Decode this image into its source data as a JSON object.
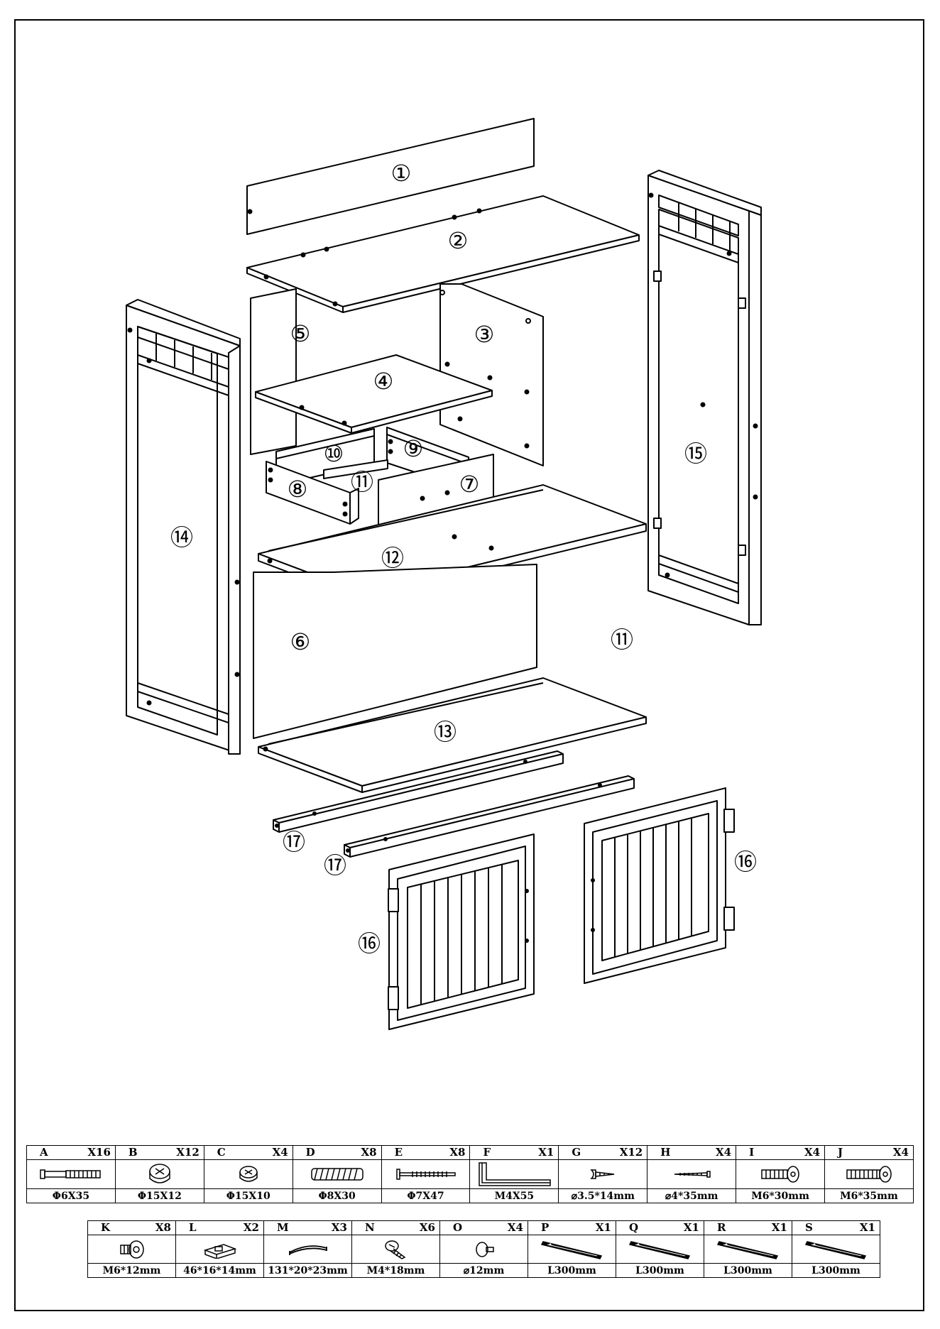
{
  "callouts": {
    "p1": "①",
    "p2": "②",
    "p3": "③",
    "p4": "④",
    "p5": "⑤",
    "p6": "⑥",
    "p7": "⑦",
    "p8": "⑧",
    "p9": "⑨",
    "p10": "⑩",
    "p11a": "⑪",
    "p11b": "⑪",
    "p12": "⑫",
    "p13": "⑬",
    "p14": "⑭",
    "p15": "⑮",
    "p16a": "⑯",
    "p16b": "⑯",
    "p17a": "⑰",
    "p17b": "⑰"
  },
  "hardware": {
    "row1": [
      {
        "letter": "A",
        "qty": "X16",
        "spec": "Φ6X35",
        "icon": "bolt-icon"
      },
      {
        "letter": "B",
        "qty": "X12",
        "spec": "Φ15X12",
        "icon": "cam-lock-icon"
      },
      {
        "letter": "C",
        "qty": "X4",
        "spec": "Φ15X10",
        "icon": "cam-lock-small-icon"
      },
      {
        "letter": "D",
        "qty": "X8",
        "spec": "Φ8X30",
        "icon": "dowel-icon"
      },
      {
        "letter": "E",
        "qty": "X8",
        "spec": "Φ7X47",
        "icon": "long-screw-icon"
      },
      {
        "letter": "F",
        "qty": "X1",
        "spec": "M4X55",
        "icon": "allen-key-icon"
      },
      {
        "letter": "G",
        "qty": "X12",
        "spec": "⌀3.5*14mm",
        "icon": "short-screw-icon"
      },
      {
        "letter": "H",
        "qty": "X4",
        "spec": "⌀4*35mm",
        "icon": "wood-screw-icon"
      },
      {
        "letter": "I",
        "qty": "X4",
        "spec": "M6*30mm",
        "icon": "hex-bolt-icon"
      },
      {
        "letter": "J",
        "qty": "X4",
        "spec": "M6*35mm",
        "icon": "hex-bolt-long-icon"
      }
    ],
    "row2": [
      {
        "letter": "K",
        "qty": "X8",
        "spec": "M6*12mm",
        "icon": "short-bolt-icon"
      },
      {
        "letter": "L",
        "qty": "X2",
        "spec": "46*16*14mm",
        "icon": "magnetic-catch-icon"
      },
      {
        "letter": "M",
        "qty": "X3",
        "spec": "131*20*23mm",
        "icon": "handle-icon"
      },
      {
        "letter": "N",
        "qty": "X6",
        "spec": "M4*18mm",
        "icon": "machine-screw-icon"
      },
      {
        "letter": "O",
        "qty": "X4",
        "spec": "⌀12mm",
        "icon": "shelf-pin-icon"
      },
      {
        "letter": "P",
        "qty": "X1",
        "spec": "L300mm",
        "icon": "drawer-slide-icon"
      },
      {
        "letter": "Q",
        "qty": "X1",
        "spec": "L300mm",
        "icon": "drawer-slide-icon"
      },
      {
        "letter": "R",
        "qty": "X1",
        "spec": "L300mm",
        "icon": "drawer-slide-icon"
      },
      {
        "letter": "S",
        "qty": "X1",
        "spec": "L300mm",
        "icon": "drawer-slide-icon"
      }
    ]
  },
  "colors": {
    "ink": "#000000",
    "paper": "#ffffff"
  }
}
